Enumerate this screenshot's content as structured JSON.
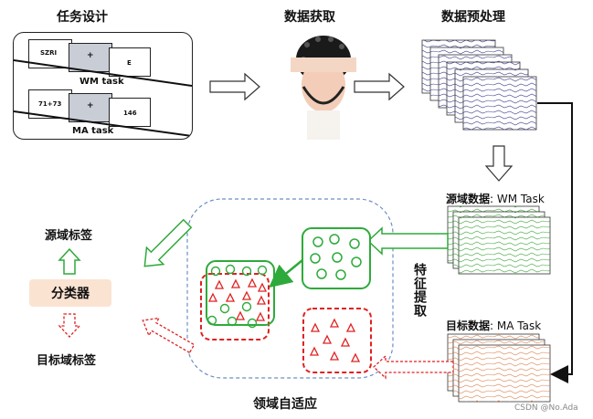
{
  "stages": {
    "task_design": "任务设计",
    "data_acquisition": "数据获取",
    "preprocessing": "数据预处理",
    "feature_extraction": "特征提取",
    "domain_adaptation": "领域自适应",
    "classifier": "分类器",
    "source_label": "源域标签",
    "target_label": "目标域标签"
  },
  "tasks": {
    "wm": {
      "cue": "SZRI",
      "fix": "+",
      "probe": "E",
      "name": "WM task"
    },
    "ma": {
      "cue": "71+73",
      "fix": "+",
      "probe": "146",
      "name": "MA task"
    }
  },
  "domains": {
    "source": {
      "prefix": "源域数据",
      "suffix": ": WM Task",
      "color": "#4caf50"
    },
    "target": {
      "prefix": "目标数据",
      "suffix": ": MA Task",
      "color": "#d9534f"
    }
  },
  "watermark": "CSDN @No.Ada",
  "colors": {
    "green": "#2eaa3a",
    "red": "#e02020",
    "blue_signal": "#3a3d8f",
    "dashed_blue": "#6b8fc4"
  },
  "icons": [
    "hollow-arrow-right-icon",
    "hollow-arrow-down-icon",
    "circle-marker-icon",
    "triangle-marker-icon"
  ]
}
